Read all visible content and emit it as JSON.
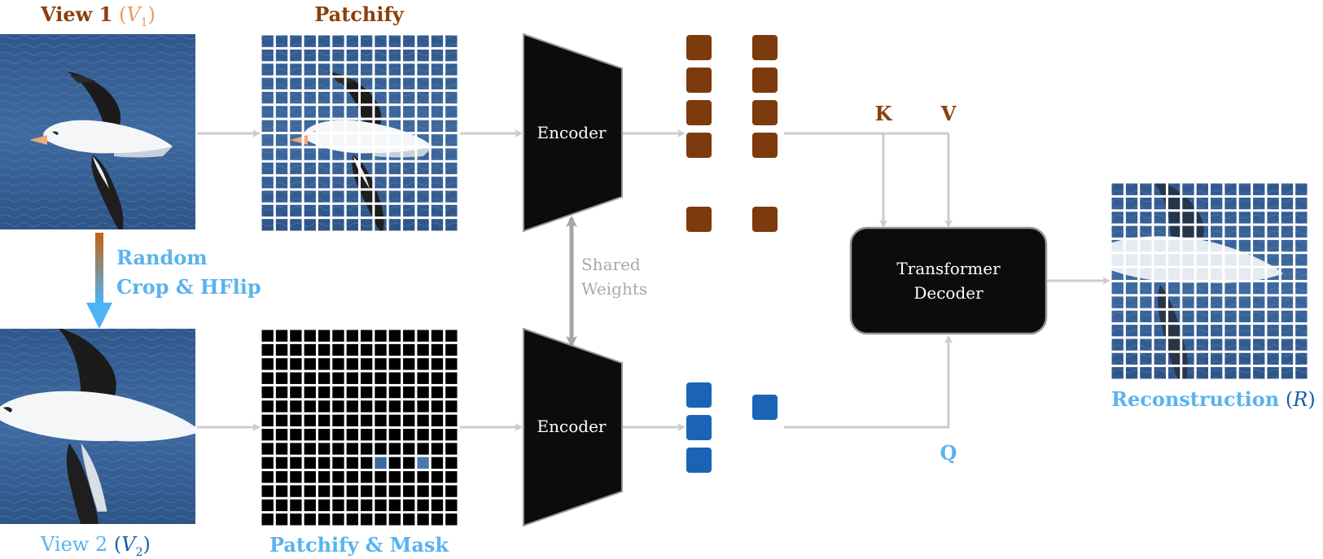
{
  "colors": {
    "brown": "#8b3f0c",
    "orange": "#e99a5e",
    "light_blue": "#5ab3ee",
    "dark_blue": "#1a5ea8",
    "arrow_grey": "#cccccc",
    "shared_arrow": "#a6a6a6",
    "black": "#0c0c0c",
    "sea": "#3c6497",
    "token_brown": "#7d3a0c",
    "token_blue": "#1b64b5"
  },
  "labels": {
    "view1": {
      "word": "View 1",
      "open": "(",
      "sym": "V",
      "sub": "1",
      "close": ")"
    },
    "view2": {
      "word": "View 2",
      "open": "(",
      "sym": "V",
      "sub": "2",
      "close": ")"
    },
    "patchify": "Patchify",
    "patchify_mask": "Patchify & Mask",
    "aug_line1": "Random",
    "aug_line2": "Crop & HFlip",
    "shared_line1": "Shared",
    "shared_line2": "Weights",
    "encoder_top": "Encoder",
    "encoder_bottom": "Encoder",
    "decoder_line1": "Transformer",
    "decoder_line2": "Decoder",
    "k": "K",
    "v": "V",
    "q": "Q",
    "reconstruction": {
      "word": "Reconstruction",
      "open": "(",
      "sym": "R",
      "close": ")"
    }
  },
  "icons": {
    "view1_image": "albatross-photo",
    "view2_image": "albatross-photo-cropped-flipped",
    "patch_grid": "patch-grid",
    "mask_grid": "masked-patch-grid",
    "reconstruction_image": "reconstructed-albatross"
  },
  "tokens": {
    "context_rows": 5,
    "target_rows": 3
  },
  "grid": {
    "patches_per_side": 14,
    "visible_patches_view2": 2
  }
}
